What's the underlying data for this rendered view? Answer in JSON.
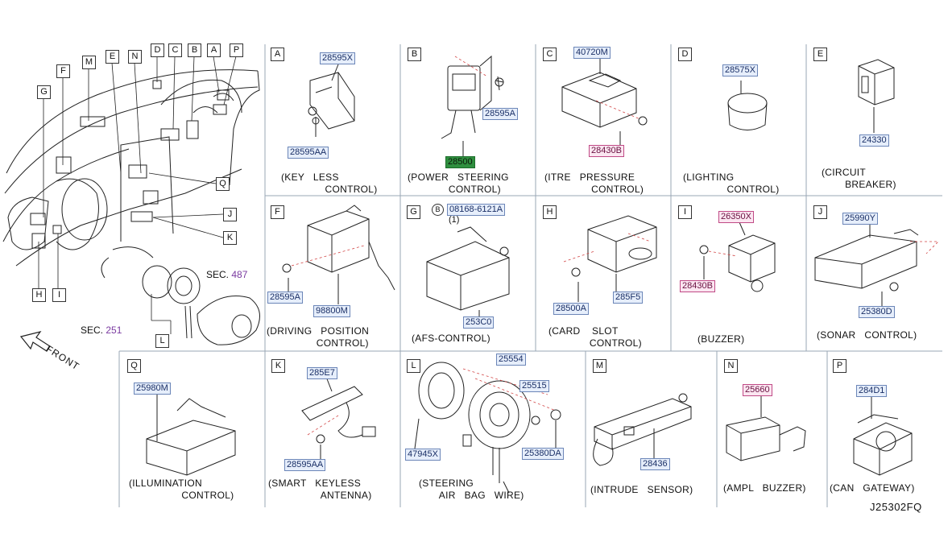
{
  "diagram_code": "J25302FQ",
  "front_label": "FRONT",
  "sec": [
    {
      "label": "SEC.",
      "num": "487"
    },
    {
      "label": "SEC.",
      "num": "251"
    }
  ],
  "overview_letters": [
    "G",
    "F",
    "M",
    "E",
    "N",
    "D",
    "C",
    "B",
    "A",
    "P",
    "Q",
    "J",
    "K",
    "H",
    "I",
    "L"
  ],
  "panels": [
    {
      "id": "A",
      "parts": [
        "28595X",
        "28595AA"
      ],
      "caption": [
        "(KEY   LESS",
        "               CONTROL)"
      ]
    },
    {
      "id": "B",
      "parts": [
        "28595A",
        "28500"
      ],
      "caption": [
        "(POWER   STEERING",
        "              CONTROL)"
      ]
    },
    {
      "id": "C",
      "parts": [
        "40720M",
        "28430B"
      ],
      "caption": [
        "(ITRE   PRESSURE",
        "                CONTROL)"
      ]
    },
    {
      "id": "D",
      "parts": [
        "28575X"
      ],
      "caption": [
        "(LIGHTING",
        "               CONTROL)"
      ]
    },
    {
      "id": "E",
      "parts": [
        "24330"
      ],
      "caption": [
        "(CIRCUIT",
        "        BREAKER)"
      ]
    },
    {
      "id": "F",
      "parts": [
        "28595A",
        "98800M"
      ],
      "caption": [
        "(DRIVING   POSITION",
        "                 CONTROL)"
      ]
    },
    {
      "id": "G",
      "parts": [
        "08168-6121A",
        "253C0"
      ],
      "circle": "B",
      "qty": "(1)",
      "caption": [
        "(AFS-CONTROL)"
      ]
    },
    {
      "id": "H",
      "parts": [
        "28500A",
        "285F5"
      ],
      "caption": [
        "(CARD    SLOT",
        "              CONTROL)"
      ]
    },
    {
      "id": "I",
      "parts": [
        "26350X",
        "28430B"
      ],
      "caption": [
        "(BUZZER)"
      ]
    },
    {
      "id": "J",
      "parts": [
        "25990Y",
        "25380D"
      ],
      "caption": [
        "(SONAR   CONTROL)"
      ]
    },
    {
      "id": "Q",
      "parts": [
        "25980M"
      ],
      "caption": [
        "(ILLUMINATION",
        "                  CONTROL)"
      ]
    },
    {
      "id": "K",
      "parts": [
        "285E7",
        "28595AA"
      ],
      "caption": [
        "(SMART   KEYLESS",
        "                  ANTENNA)"
      ]
    },
    {
      "id": "L",
      "parts": [
        "25554",
        "25515",
        "47945X",
        "25380DA"
      ],
      "caption": [
        "(STEERING",
        "       AIR   BAG   WIRE)"
      ]
    },
    {
      "id": "M",
      "parts": [
        "28436"
      ],
      "caption": [
        "(INTRUDE   SENSOR)"
      ]
    },
    {
      "id": "N",
      "parts": [
        "25660"
      ],
      "caption": [
        "(AMPL   BUZZER)"
      ]
    },
    {
      "id": "P",
      "parts": [
        "284D1"
      ],
      "caption": [
        "(CAN   GATEWAY)"
      ]
    }
  ]
}
